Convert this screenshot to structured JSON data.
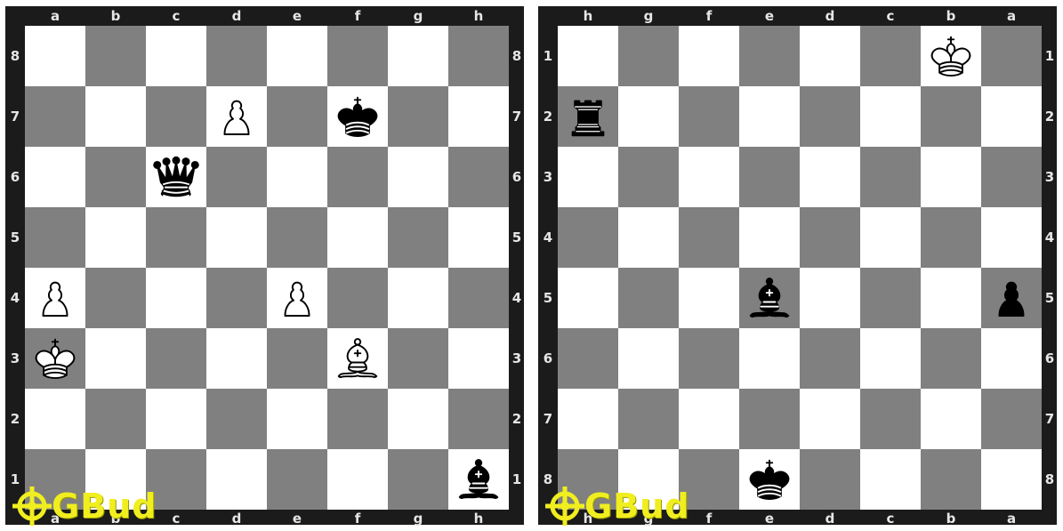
{
  "boards": [
    {
      "id": "left",
      "files": [
        "a",
        "b",
        "c",
        "d",
        "e",
        "f",
        "g",
        "h"
      ],
      "ranks": [
        "8",
        "7",
        "6",
        "5",
        "4",
        "3",
        "2",
        "1"
      ],
      "pieces": [
        {
          "square": "d7",
          "color": "white",
          "type": "pawn"
        },
        {
          "square": "f7",
          "color": "black",
          "type": "king"
        },
        {
          "square": "c6",
          "color": "black",
          "type": "queen"
        },
        {
          "square": "a4",
          "color": "white",
          "type": "pawn"
        },
        {
          "square": "e4",
          "color": "white",
          "type": "pawn"
        },
        {
          "square": "a3",
          "color": "white",
          "type": "king"
        },
        {
          "square": "f3",
          "color": "white",
          "type": "bishop"
        },
        {
          "square": "h1",
          "color": "black",
          "type": "bishop"
        }
      ],
      "watermark": "GBud"
    },
    {
      "id": "right",
      "files": [
        "h",
        "g",
        "f",
        "e",
        "d",
        "c",
        "b",
        "a"
      ],
      "ranks": [
        "1",
        "2",
        "3",
        "4",
        "5",
        "6",
        "7",
        "8"
      ],
      "pieces": [
        {
          "square": "b1",
          "color": "white",
          "type": "king"
        },
        {
          "square": "h2",
          "color": "black",
          "type": "rook"
        },
        {
          "square": "e5",
          "color": "black",
          "type": "bishop"
        },
        {
          "square": "a5",
          "color": "black",
          "type": "pawn"
        },
        {
          "square": "e8",
          "color": "black",
          "type": "king"
        }
      ],
      "watermark": "GBud"
    }
  ],
  "colors": {
    "light": "#ffffff",
    "dark": "#808080",
    "frame": "#1b1b1b",
    "coord": "#e6e6e6",
    "watermark": "#f0ee1f"
  }
}
